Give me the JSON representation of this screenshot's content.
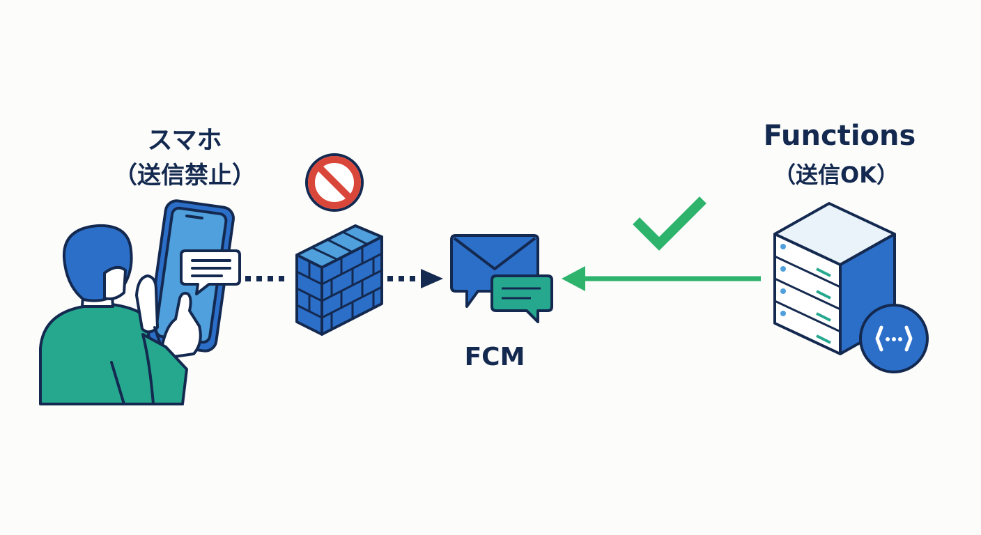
{
  "nodes": {
    "phone": {
      "title": "スマホ",
      "subtitle": "（送信禁止）"
    },
    "fcm": {
      "title": "FCM"
    },
    "functions": {
      "title": "Functions",
      "subtitle": "（送信OK）"
    }
  },
  "edges": [
    {
      "from": "phone",
      "to": "fcm",
      "style": "dotted",
      "status": "blocked",
      "color": "#14294f"
    },
    {
      "from": "functions",
      "to": "fcm",
      "style": "solid",
      "status": "allowed",
      "color": "#2db36b"
    }
  ],
  "icons": {
    "blocked": "prohibited-icon",
    "allowed": "checkmark-icon",
    "firewall": "brick-wall-icon",
    "server": "server-icon",
    "functions": "cloud-functions-icon",
    "message": "envelope-chat-icon"
  },
  "colors": {
    "outline": "#14294f",
    "primary_blue": "#2c6fc9",
    "light_blue": "#4fa0dc",
    "teal": "#26a88f",
    "green": "#2db36b",
    "red": "#d9473b"
  }
}
